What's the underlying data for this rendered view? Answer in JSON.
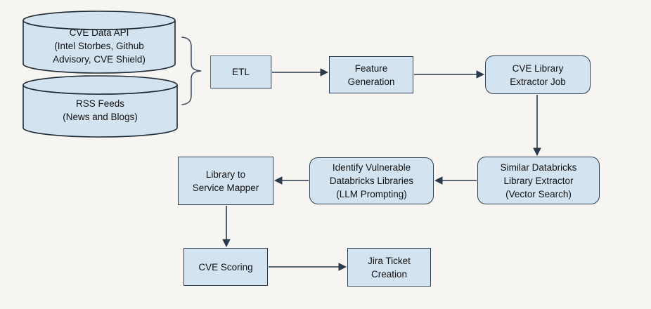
{
  "colors": {
    "background": "#f7f5f2",
    "node_fill": "#d4e3f0",
    "node_border": "#2e4053",
    "etl_border": "#64748b",
    "connector": "#2b3a4a",
    "text": "#111111"
  },
  "nodes": {
    "cve_data_api": {
      "label": "CVE Data API\n(Intel Storbes, Github\nAdvisory, CVE Shield)",
      "shape": "cylinder"
    },
    "rss_feeds": {
      "label": "RSS Feeds\n(News and Blogs)",
      "shape": "cylinder"
    },
    "etl": {
      "label": "ETL",
      "shape": "rectangle"
    },
    "feature_generation": {
      "label": "Feature\nGeneration",
      "shape": "rectangle"
    },
    "cve_library_extractor_job": {
      "label": "CVE Library\nExtractor Job",
      "shape": "rounded-rectangle"
    },
    "similar_databricks_library_extractor": {
      "label": "Similar Databricks\nLibrary Extractor\n(Vector Search)",
      "shape": "rounded-rectangle"
    },
    "identify_vulnerable_databricks_libraries": {
      "label": "Identify Vulnerable\nDatabricks Libraries\n(LLM Prompting)",
      "shape": "rounded-rectangle"
    },
    "library_to_service_mapper": {
      "label": "Library to\nService Mapper",
      "shape": "rectangle"
    },
    "cve_scoring": {
      "label": "CVE Scoring",
      "shape": "rectangle"
    },
    "jira_ticket_creation": {
      "label": "Jira Ticket\nCreation",
      "shape": "rectangle"
    }
  },
  "edges": [
    {
      "from": [
        "cve_data_api",
        "rss_feeds"
      ],
      "to": "etl",
      "connector": "curly-brace"
    },
    {
      "from": "etl",
      "to": "feature_generation",
      "connector": "arrow"
    },
    {
      "from": "feature_generation",
      "to": "cve_library_extractor_job",
      "connector": "arrow"
    },
    {
      "from": "cve_library_extractor_job",
      "to": "similar_databricks_library_extractor",
      "connector": "arrow"
    },
    {
      "from": "similar_databricks_library_extractor",
      "to": "identify_vulnerable_databricks_libraries",
      "connector": "arrow"
    },
    {
      "from": "identify_vulnerable_databricks_libraries",
      "to": "library_to_service_mapper",
      "connector": "arrow"
    },
    {
      "from": "library_to_service_mapper",
      "to": "cve_scoring",
      "connector": "arrow"
    },
    {
      "from": "cve_scoring",
      "to": "jira_ticket_creation",
      "connector": "arrow"
    }
  ]
}
